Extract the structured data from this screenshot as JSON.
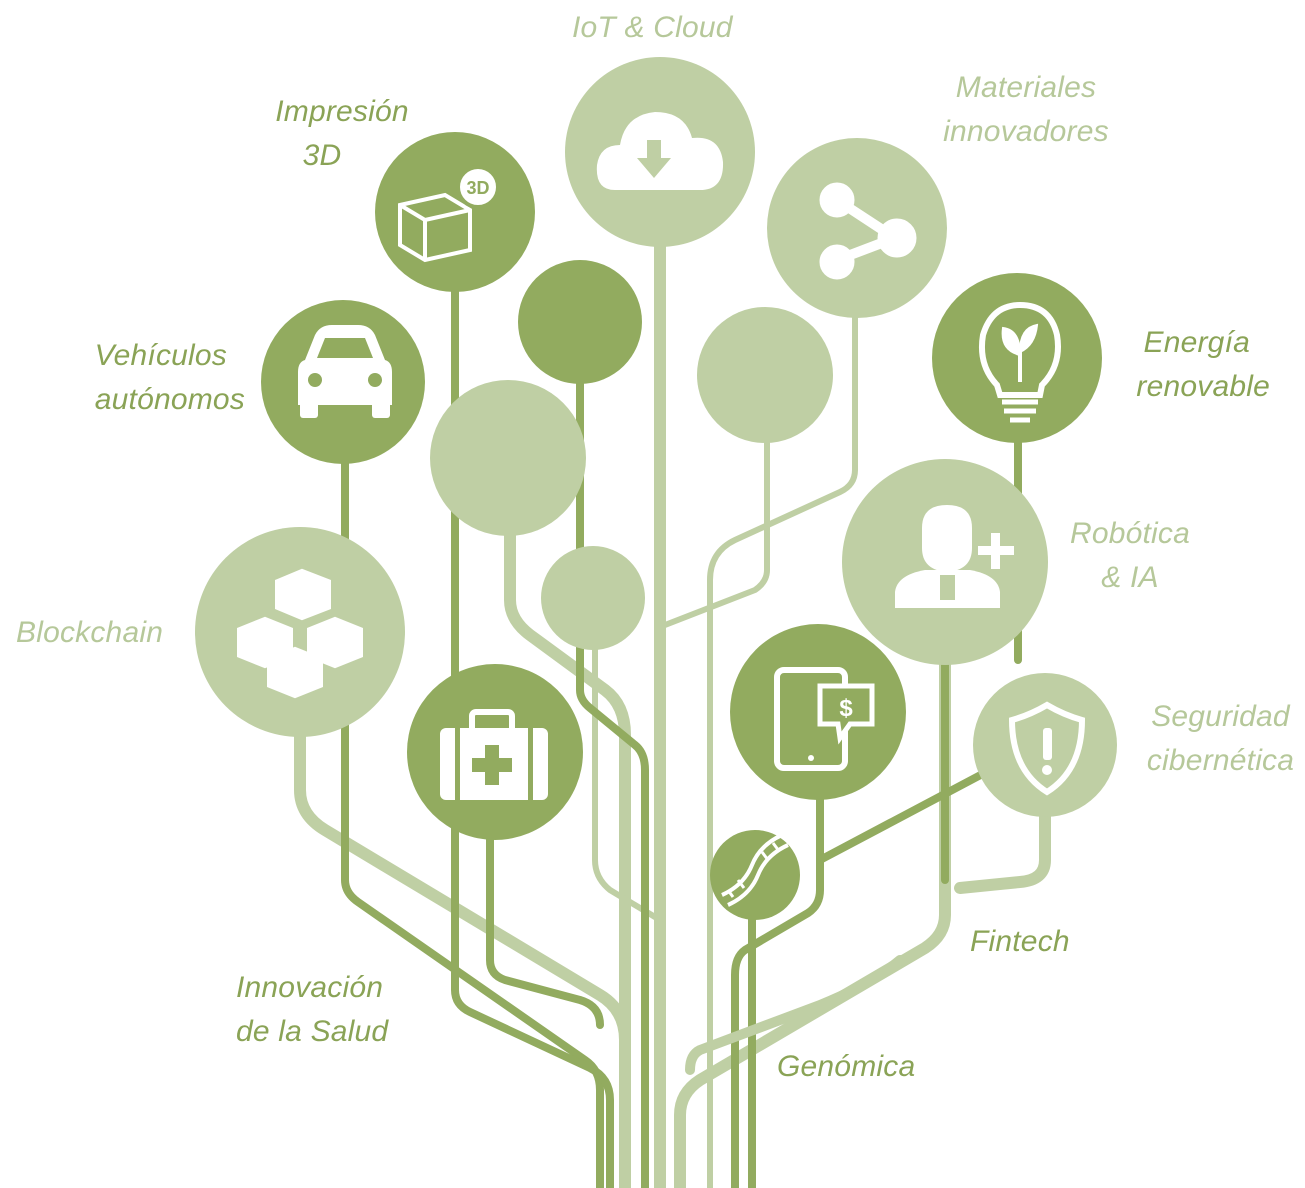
{
  "labels": {
    "iot": {
      "line1": "IoT & Cloud"
    },
    "materiales": {
      "line1": "Materiales",
      "line2": "innovadores"
    },
    "impresion": {
      "line1": "Impresión",
      "line2": "3D"
    },
    "energia": {
      "line1": "Energía",
      "line2": "renovable"
    },
    "vehiculos": {
      "line1": "Vehículos",
      "line2": "autónomos"
    },
    "robotica": {
      "line1": "Robótica",
      "line2": "& IA"
    },
    "blockchain": {
      "line1": "Blockchain"
    },
    "seguridad": {
      "line1": "Seguridad",
      "line2": "cibernética"
    },
    "fintech": {
      "line1": "Fintech"
    },
    "salud": {
      "line1": "Innovación",
      "line2": "de la Salud"
    },
    "genomica": {
      "line1": "Genómica"
    }
  },
  "icons": {
    "iot": "cloud-download",
    "materiales": "share-nodes",
    "impresion": "3d-printing-cube",
    "energia": "eco-lightbulb",
    "vehiculos": "car",
    "robotica": "add-user",
    "blockchain": "blocks",
    "seguridad": "warning-shield",
    "fintech": "tablet-dollar",
    "salud": "medical-kit",
    "genomica": "dna"
  },
  "colors": {
    "dark_green": "#8aa356",
    "mid_green": "#92ab5f",
    "light_green": "#bfcfa4",
    "text_dark": "#8aa356",
    "text_light": "#b6c89a",
    "icon": "#ffffff"
  }
}
